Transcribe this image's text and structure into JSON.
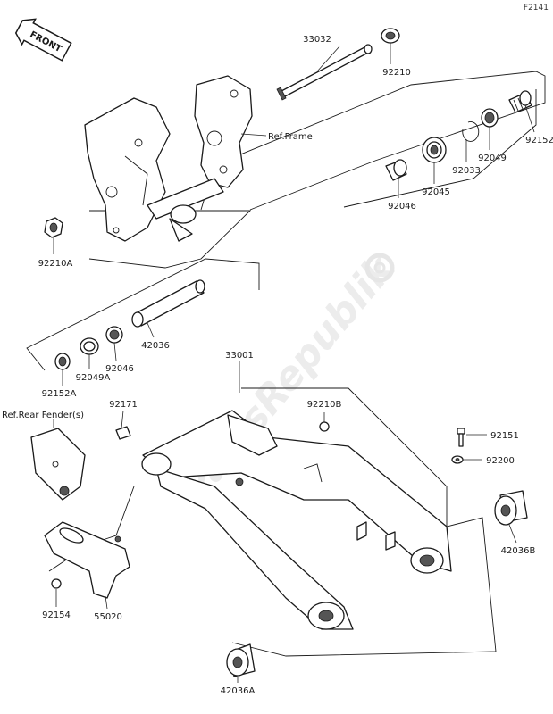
{
  "diagram_code": "F2141",
  "front_badge": "FRONT",
  "watermark": "PartsRepublik",
  "refs": {
    "frame": "Ref.Frame",
    "rear_fender": "Ref.Rear Fender(s)"
  },
  "parts": [
    {
      "label": "33032"
    },
    {
      "label": "92210"
    },
    {
      "label": "92152"
    },
    {
      "label": "92049"
    },
    {
      "label": "92033"
    },
    {
      "label": "92045"
    },
    {
      "label": "92046"
    },
    {
      "label": "92210A"
    },
    {
      "label": "42036"
    },
    {
      "label": "92046"
    },
    {
      "label": "92049A"
    },
    {
      "label": "92152A"
    },
    {
      "label": "33001"
    },
    {
      "label": "92171"
    },
    {
      "label": "92210B"
    },
    {
      "label": "92151"
    },
    {
      "label": "92200"
    },
    {
      "label": "42036B"
    },
    {
      "label": "92154"
    },
    {
      "label": "55020"
    },
    {
      "label": "42036A"
    }
  ]
}
